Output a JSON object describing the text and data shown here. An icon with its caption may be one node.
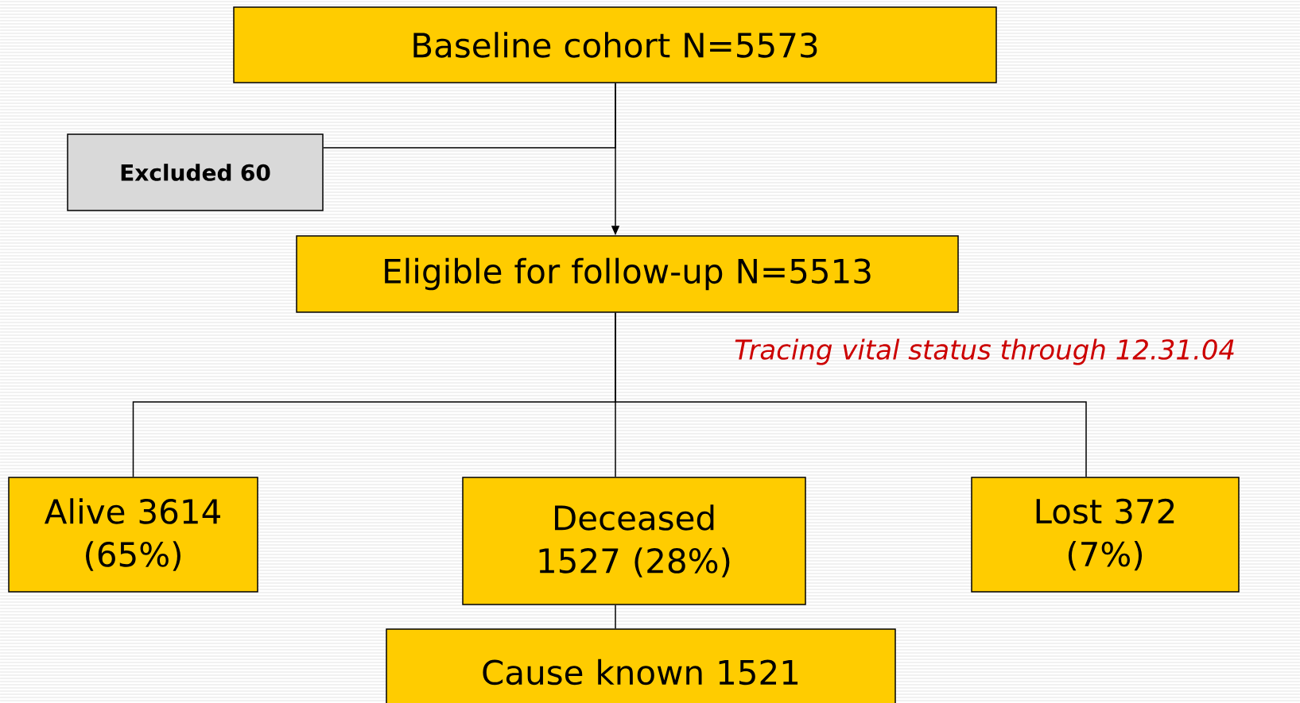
{
  "diagram": {
    "nodes": [
      {
        "text": [
          "Baseline cohort N=5573"
        ]
      },
      {
        "text": [
          "Excluded 60"
        ]
      },
      {
        "text": [
          "Eligible for follow-up N=5513"
        ]
      },
      {
        "text": [
          "Alive 3614 (65%)"
        ]
      },
      {
        "text": [
          "Deceased 1527 (28%)"
        ]
      },
      {
        "text": [
          "Lost 372 (7%)"
        ]
      },
      {
        "text": [
          "Cause known 1521"
        ]
      }
    ],
    "edges": [
      {
        "from": 0,
        "to": 2,
        "arrow": "to"
      },
      {
        "from": 0,
        "to": 1,
        "arrow": "none"
      },
      {
        "from": 2,
        "to": 3,
        "arrow": "none"
      },
      {
        "from": 2,
        "to": 4,
        "arrow": "none"
      },
      {
        "from": 2,
        "to": 5,
        "arrow": "none"
      },
      {
        "from": 4,
        "to": 6,
        "arrow": "none"
      }
    ],
    "labels": [
      "Tracing vital status through 12.31.04"
    ]
  }
}
